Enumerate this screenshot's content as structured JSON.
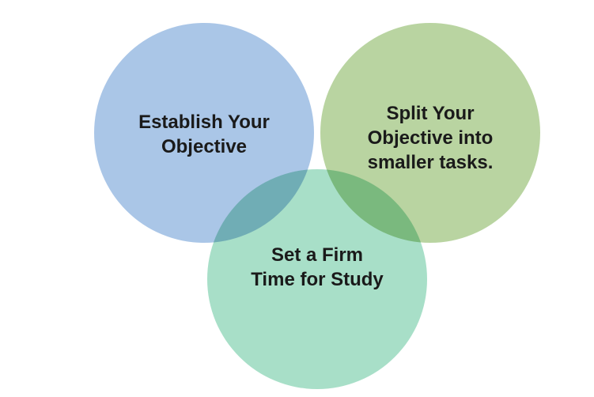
{
  "diagram": {
    "circles": [
      {
        "label": "Establish Your\nObjective",
        "color": "#a6c3e6"
      },
      {
        "label": "Split Your\nObjective into\nsmaller tasks.",
        "color": "#b5d29c"
      },
      {
        "label": "Set a Firm\nTime for Study",
        "color": "#9fdcc2"
      }
    ]
  }
}
